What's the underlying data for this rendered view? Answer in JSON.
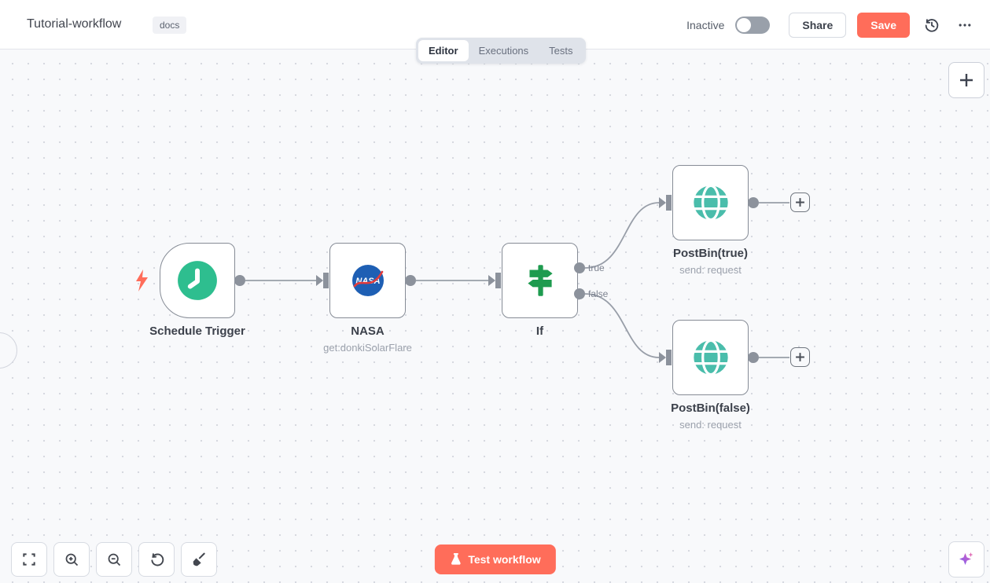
{
  "header": {
    "title": "Tutorial-workflow",
    "tag": "docs",
    "status_label": "Inactive",
    "status_active": false,
    "share_label": "Share",
    "save_label": "Save"
  },
  "tabs": [
    {
      "label": "Editor",
      "active": true
    },
    {
      "label": "Executions",
      "active": false
    },
    {
      "label": "Tests",
      "active": false
    }
  ],
  "canvas": {
    "nodes": [
      {
        "id": "schedule-trigger",
        "label": "Schedule Trigger",
        "sublabel": "",
        "type": "trigger",
        "icon": "clock-icon"
      },
      {
        "id": "nasa",
        "label": "NASA",
        "sublabel": "get:donkiSolarFlare",
        "type": "action",
        "icon": "nasa-logo-icon"
      },
      {
        "id": "if",
        "label": "If",
        "sublabel": "",
        "type": "action",
        "icon": "signpost-icon",
        "outputs": [
          "true",
          "false"
        ]
      },
      {
        "id": "postbin-true",
        "label": "PostBin(true)",
        "sublabel": "send: request",
        "type": "action",
        "icon": "globe-icon"
      },
      {
        "id": "postbin-false",
        "label": "PostBin(false)",
        "sublabel": "send: request",
        "type": "action",
        "icon": "globe-icon"
      }
    ],
    "connections": [
      {
        "from": "schedule-trigger",
        "to": "nasa"
      },
      {
        "from": "nasa",
        "to": "if"
      },
      {
        "from": "if",
        "output": "true",
        "to": "postbin-true"
      },
      {
        "from": "if",
        "output": "false",
        "to": "postbin-false"
      },
      {
        "from": "postbin-true",
        "to": "add-endpoint"
      },
      {
        "from": "postbin-false",
        "to": "add-endpoint"
      }
    ]
  },
  "footer": {
    "test_button_label": "Test workflow"
  },
  "colors": {
    "accent": "#ff6d5a",
    "trigger_green": "#2ebe8f",
    "if_green": "#1e9b4f",
    "globe_teal": "#4abdab",
    "wire_gray": "#989ea8",
    "canvas_bg": "#f8f9fb"
  }
}
